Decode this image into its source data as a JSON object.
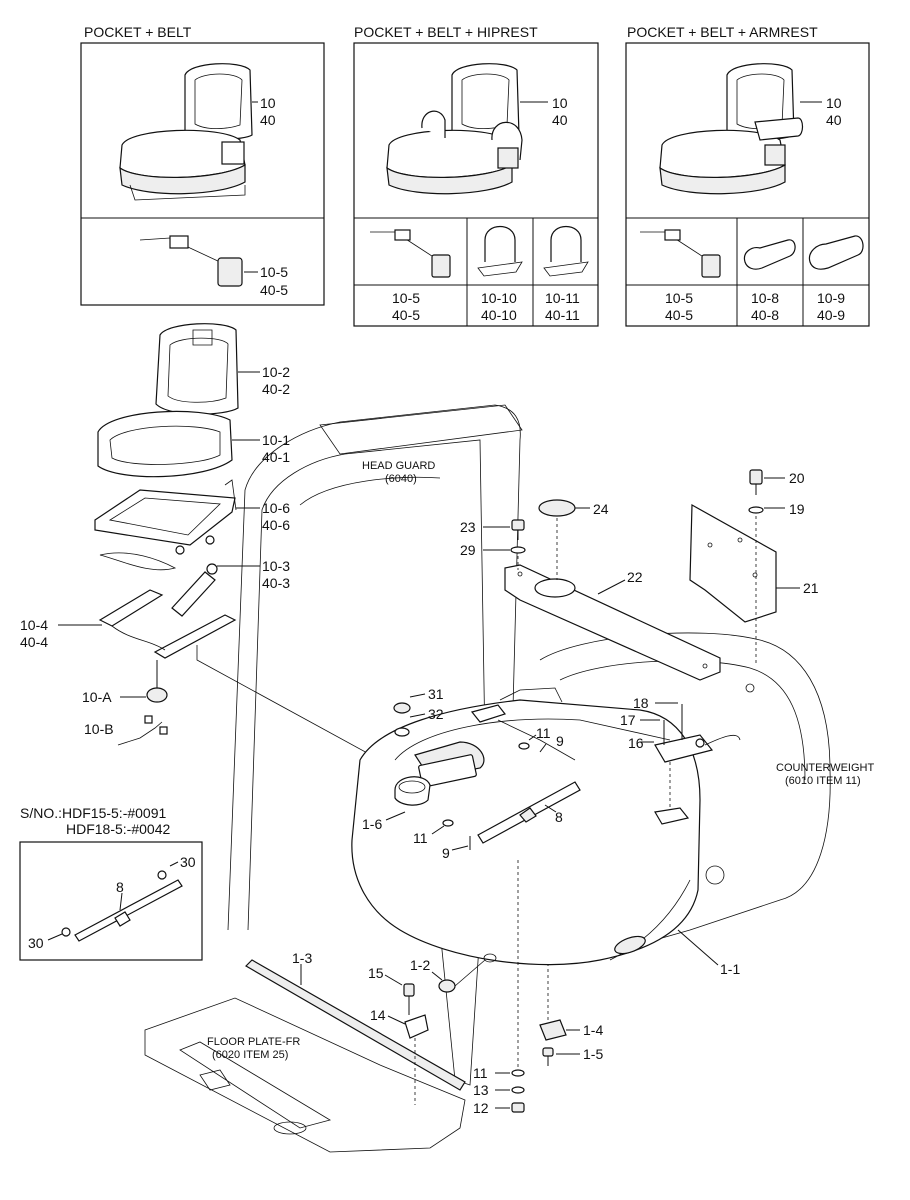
{
  "panels": {
    "p1": {
      "title": "POCKET + BELT",
      "seat": [
        "10",
        "40"
      ],
      "belt": [
        "10-5",
        "40-5"
      ]
    },
    "p2": {
      "title": "POCKET + BELT + HIPREST",
      "seat": [
        "10",
        "40"
      ],
      "cells": [
        [
          "10-5",
          "40-5"
        ],
        [
          "10-10",
          "40-10"
        ],
        [
          "10-11",
          "40-11"
        ]
      ]
    },
    "p3": {
      "title": "POCKET + BELT + ARMREST",
      "seat": [
        "10",
        "40"
      ],
      "cells": [
        [
          "10-5",
          "40-5"
        ],
        [
          "10-8",
          "40-8"
        ],
        [
          "10-9",
          "40-9"
        ]
      ]
    },
    "sn": {
      "line1": "S/NO.:HDF15-5:-#0091",
      "line2": "HDF18-5:-#0042",
      "parts": {
        "rod": "8",
        "pin_a": "30",
        "pin_b": "30"
      }
    }
  },
  "seat_parts": {
    "backrest": [
      "10-2",
      "40-2"
    ],
    "cushion": [
      "10-1",
      "40-1"
    ],
    "frame": [
      "10-6",
      "40-6"
    ],
    "damper": [
      "10-3",
      "40-3"
    ],
    "rail": [
      "10-4",
      "40-4"
    ],
    "grommet": "10-A",
    "harness": "10-B"
  },
  "callouts": {
    "head_guard": [
      "HEAD GUARD",
      "(6040)"
    ],
    "counterweight": [
      "COUNTERWEIGHT",
      "(6010 ITEM 11)"
    ],
    "floor_plate": [
      "FLOOR PLATE-FR",
      "(6020 ITEM 25)"
    ]
  },
  "part_numbers": {
    "p20": "20",
    "p19": "19",
    "p24": "24",
    "p23": "23",
    "p29": "29",
    "p22": "22",
    "p21": "21",
    "p31": "31",
    "p32": "32",
    "p18": "18",
    "p17": "17",
    "p16": "16",
    "p11a": "11",
    "p9a": "9",
    "p16b": "1-6",
    "p11b": "11",
    "p8": "8",
    "p9b": "9",
    "p11_lo": "11",
    "p13": "13",
    "p12": "12",
    "p15": "15",
    "p12b": "1-2",
    "p13b": "1-3",
    "p14": "14",
    "p14b": "1-4",
    "p15b": "1-5",
    "p11c": "1-1"
  }
}
